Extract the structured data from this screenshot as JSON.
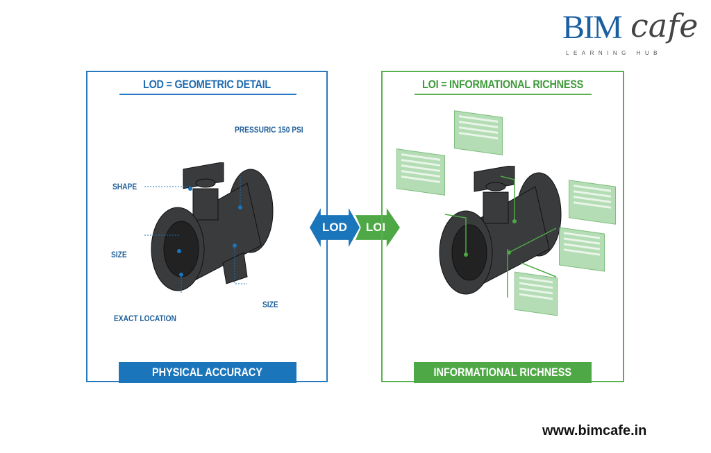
{
  "logo": {
    "brand_bim": "BIM",
    "brand_cafe": "cafe",
    "tagline": "LEARNING HUB"
  },
  "left_panel": {
    "title": "LOD = GEOMETRIC DETAIL",
    "labels": {
      "pressure": "PRESSURIC 150 PSI",
      "shape": "SHAPE",
      "size_left": "SIZE",
      "exact_location": "EXACT LOCATION",
      "size_right": "SIZE"
    },
    "footer": "PHYSICAL ACCURACY"
  },
  "arrows": {
    "lod": "LOD",
    "loi": "LOI"
  },
  "right_panel": {
    "title": "LOI = INFORMATIONAL RICHNESS",
    "footer": "INFORMATIONAL RICHNESS"
  },
  "website": "www.bimcafe.in",
  "colors": {
    "blue": "#1b75bb",
    "green": "#4ea845",
    "valve": "#3a3b3d"
  }
}
